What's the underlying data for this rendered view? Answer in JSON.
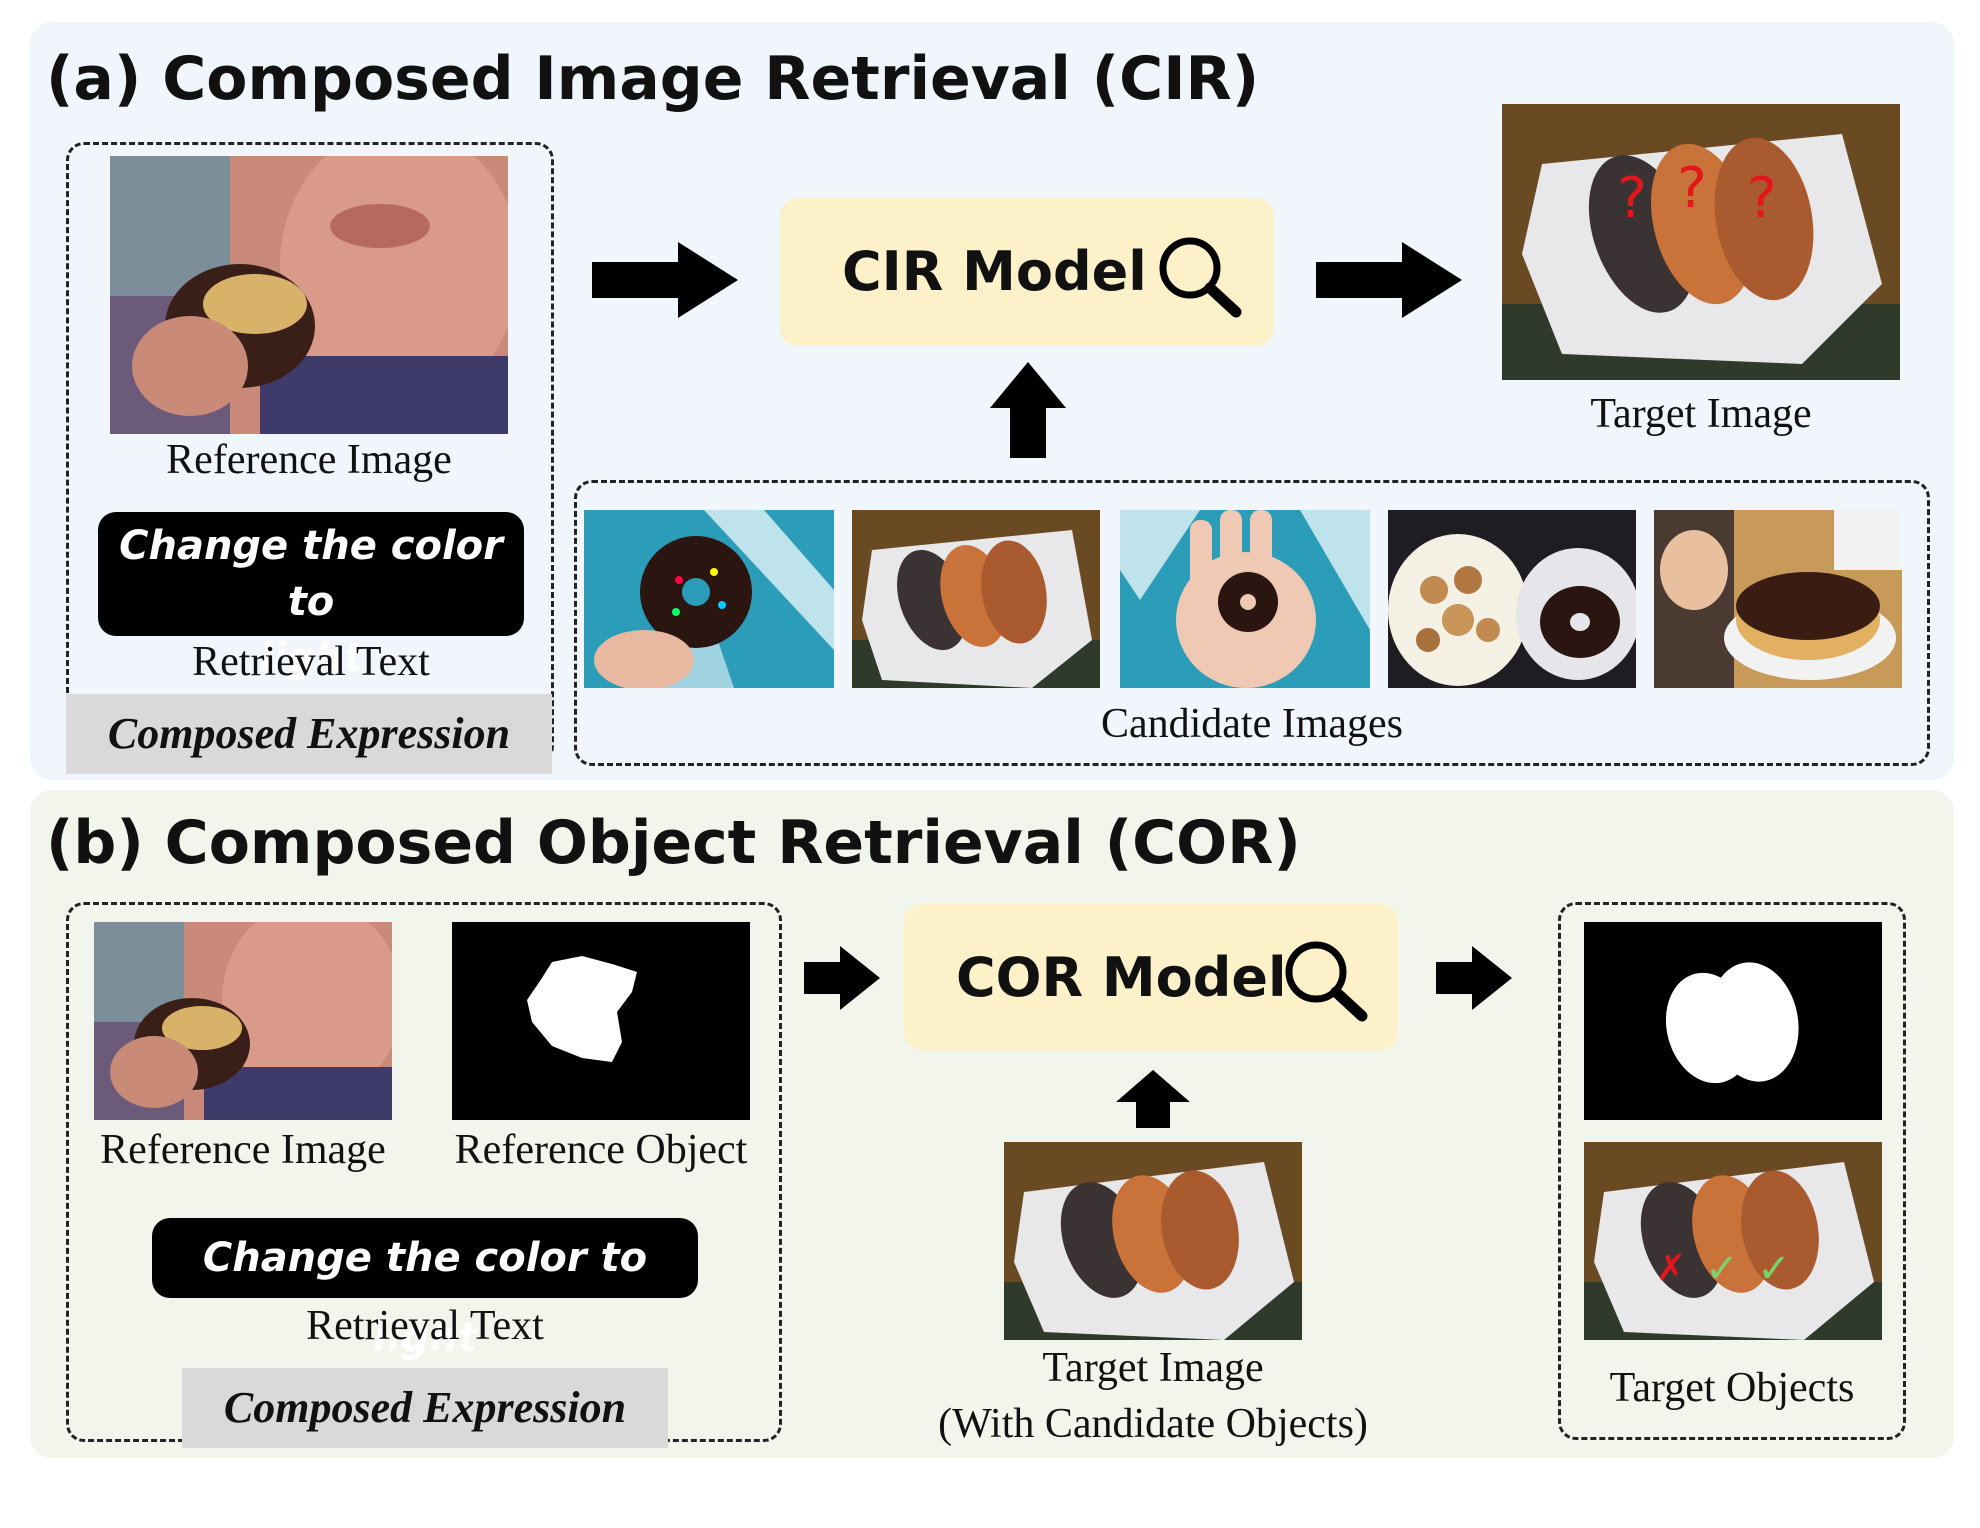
{
  "panel_a": {
    "title": "(a) Composed Image Retrieval (CIR)",
    "reference_image_label": "Reference Image",
    "retrieval_text": "Change the color to light",
    "retrieval_text_line1": "Change the color to",
    "retrieval_text_line2": "light",
    "retrieval_text_label": "Retrieval Text",
    "composed_expression": "Composed Expression",
    "model_label": "CIR Model",
    "target_image_label": "Target Image",
    "candidate_images_label": "Candidate Images",
    "target_marks": [
      "?",
      "?",
      "?"
    ]
  },
  "panel_b": {
    "title": "(b) Composed Object Retrieval (COR)",
    "reference_image_label": "Reference Image",
    "reference_object_label": "Reference Object",
    "retrieval_text": "Change the color to light",
    "retrieval_text_label": "Retrieval Text",
    "composed_expression": "Composed Expression",
    "model_label": "COR Model",
    "target_image_label_line1": "Target Image",
    "target_image_label_line2": "(With Candidate Objects)",
    "target_objects_label": "Target Objects",
    "target_marks": [
      "✗",
      "✓",
      "✓"
    ]
  },
  "colors": {
    "panel_a_bg": "#f0f6fb",
    "panel_b_bg": "#f1f5ec",
    "model_box": "#fdf1c9",
    "composed_box": "#d9d9d9",
    "question_mark": "#e3161b",
    "check": "#7bd36b",
    "cross": "#e3161b"
  },
  "icons": [
    "search-icon",
    "arrow-right-icon",
    "arrow-up-icon"
  ]
}
